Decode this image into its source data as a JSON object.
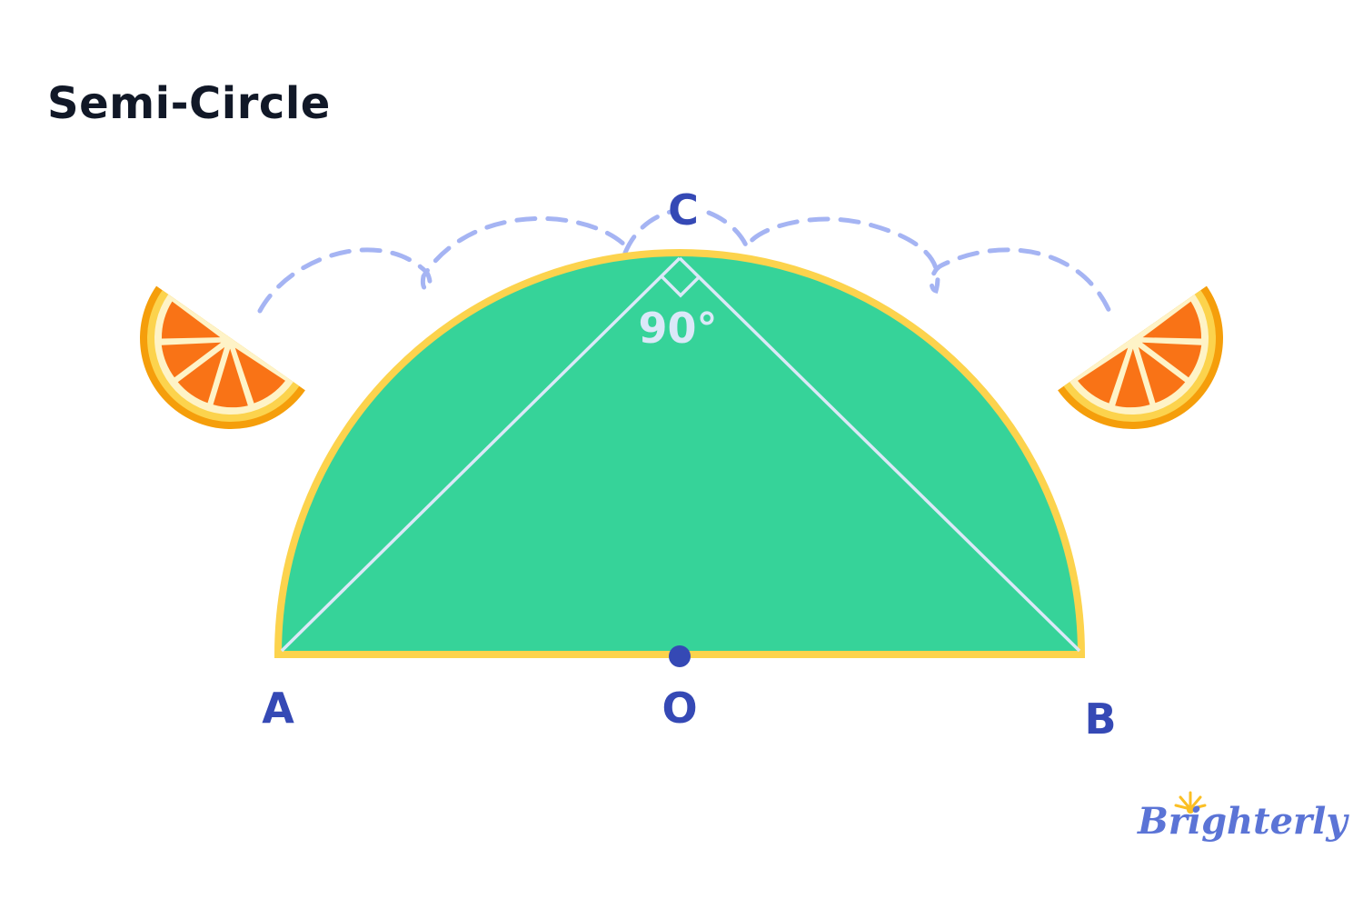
{
  "title": "Semi-Circle",
  "points": {
    "A": "A",
    "B": "B",
    "C": "C",
    "O": "O"
  },
  "angle": "90°",
  "logo": "Brighterly",
  "colors": {
    "semicircle_fill": "#36d399",
    "semicircle_border": "#fcd34d",
    "triangle_lines": "#dbe8f8",
    "labels": "#3549b5",
    "dashed_path": "#a5b4f3",
    "orange_peel": "#f59e0b",
    "orange_pith": "#fef3c7",
    "orange_flesh": "#f97316",
    "logo": "#5b74d6",
    "logo_sun": "#fbbf24"
  },
  "diagram": {
    "center_O": [
      748,
      720
    ],
    "radius": 442,
    "vertices": {
      "A": [
        310,
        718
      ],
      "B": [
        1188,
        718
      ],
      "C": [
        748,
        284
      ]
    },
    "right_angle_at": "C"
  }
}
